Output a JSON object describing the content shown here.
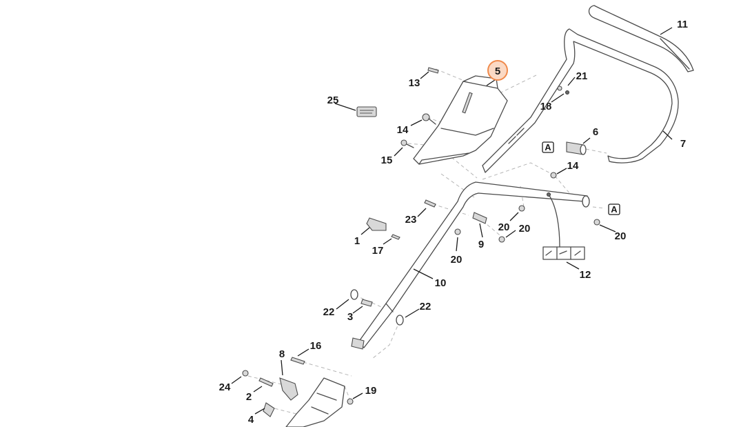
{
  "diagram": {
    "highlighted_callout": "5",
    "highlight_color": "#f08a4b",
    "callouts": {
      "c1": "1",
      "c2": "2",
      "c3": "3",
      "c4": "4",
      "c5": "5",
      "c6": "6",
      "c7": "7",
      "c8": "8",
      "c9": "9",
      "c10": "10",
      "c11": "11",
      "c12": "12",
      "c13": "13",
      "c14a": "14",
      "c14b": "14",
      "c15": "15",
      "c16": "16",
      "c17": "17",
      "c18": "18",
      "c19": "19",
      "c20a": "20",
      "c20b": "20",
      "c20c": "20",
      "c20d": "20",
      "c21": "21",
      "c22a": "22",
      "c22b": "22",
      "c23": "23",
      "c24": "24",
      "c25": "25"
    },
    "reference_marks": {
      "refA1": "A",
      "refA2": "A"
    }
  }
}
